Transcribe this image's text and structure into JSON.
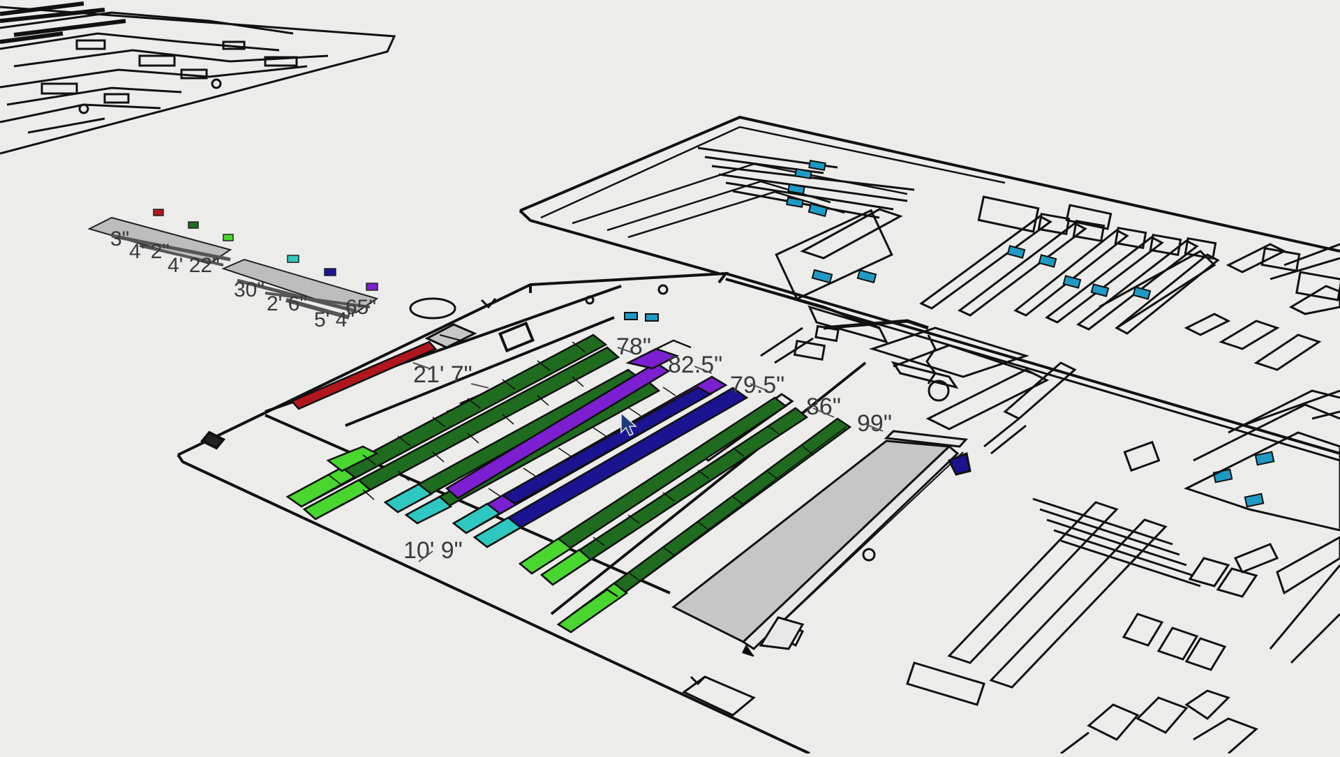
{
  "viewport": {
    "background": "#ececea",
    "line_color": "#111111",
    "cursor_icon": "mouse-pointer-icon"
  },
  "colors": {
    "red": "#b0161d",
    "dark_green": "#1f6b1f",
    "light_green": "#49d62f",
    "cyan": "#2ec8c0",
    "purple": "#7b1fd0",
    "navy": "#1b138f",
    "gray_fill": "#c6c6c6",
    "blue_part": "#1f9ac5"
  },
  "dimension_labels": {
    "d_78": "78\"",
    "d_82_5": "82.5\"",
    "d_79_5": "79.5\"",
    "d_86": "86\"",
    "d_99": "99\"",
    "d_21_7": "21' 7\"",
    "d_10_9": "10' 9\"",
    "d_4_2": "4' 2\"",
    "d_4_22": "4' 22\"",
    "d_3": "3\"",
    "d_30": "30\"",
    "d_2_6": "2' 6\"",
    "d_5_4": "5' 4\"",
    "d_65": "65\""
  },
  "floor_plan": {
    "rack_rows": [
      {
        "name": "red-row",
        "color_key": "red"
      },
      {
        "name": "green-row-a",
        "color_key": "dark_green"
      },
      {
        "name": "purple-row",
        "color_key": "purple"
      },
      {
        "name": "navy-row",
        "color_key": "navy"
      },
      {
        "name": "green-row-b",
        "color_key": "dark_green"
      },
      {
        "name": "green-row-c",
        "color_key": "dark_green"
      }
    ]
  }
}
